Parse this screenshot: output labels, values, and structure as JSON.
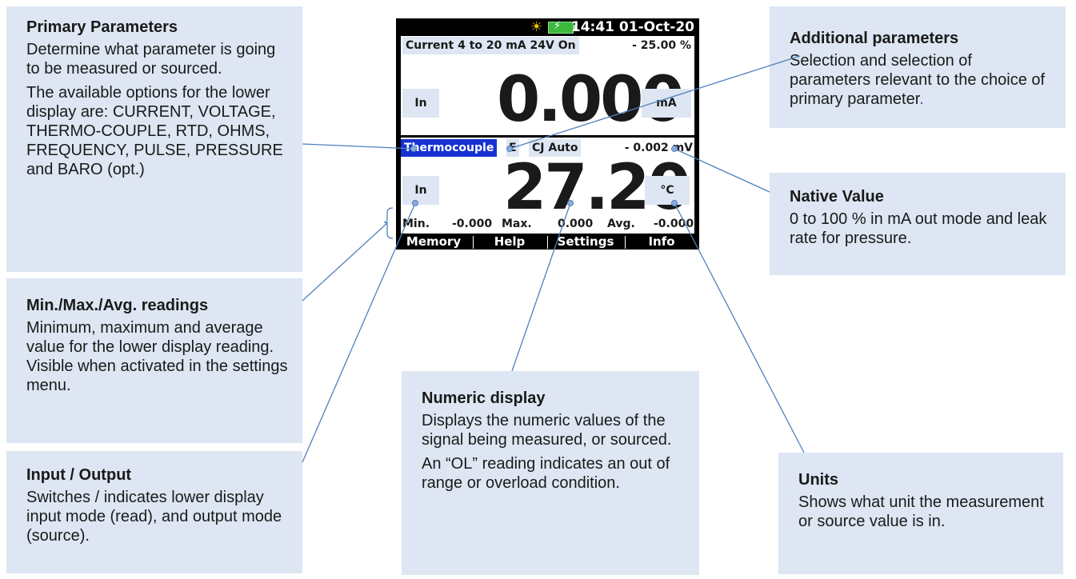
{
  "callouts": {
    "primary": {
      "title": "Primary Parameters",
      "body1": "Determine what parameter is going to be measured or sourced.",
      "body2": "The available options for the lower display are: CURRENT, VOLTAGE, THERMO-COUPLE, RTD, OHMS, FREQUENCY, PULSE, PRESSURE and BARO (opt.)"
    },
    "minmax": {
      "title": "Min./Max./Avg. readings",
      "body": "Minimum, maximum and average value for the lower display reading. Visible when activated in the settings menu."
    },
    "io": {
      "title": "Input / Output",
      "body": "Switches / indicates lower display input mode (read), and output mode (source)."
    },
    "numeric": {
      "title": "Numeric display",
      "body1": "Displays the numeric values of the signal being measured, or sourced.",
      "body2": "An “OL” reading indicates an out of range or overload condition."
    },
    "additional": {
      "title": "Additional parameters",
      "body": "Selection and selection of parameters relevant to the choice of primary parameter",
      "dot": "."
    },
    "native": {
      "title": "Native Value",
      "body": "0 to 100 % in mA out mode and leak rate for pressure."
    },
    "units": {
      "title": "Units",
      "body": "Shows what unit the measurement or source value is in."
    }
  },
  "device": {
    "status_time": "14:41 01-Oct-20",
    "upper": {
      "config": "Current 4 to 20 mA 24V On",
      "native_value": "- 25.00 %",
      "io": "In",
      "value": "0.000",
      "unit": "mA"
    },
    "lower": {
      "type": "Thermocouple",
      "tc_type": "E",
      "cj": "CJ Auto",
      "native_value": "- 0.002 mV",
      "io": "In",
      "value": "27.20",
      "unit": "°C",
      "min_label": "Min.",
      "min_value": "-0.000",
      "max_label": "Max.",
      "max_value": "0.000",
      "avg_label": "Avg.",
      "avg_value": "-0.000"
    },
    "softkeys": [
      "Memory",
      "Help",
      "Settings",
      "Info"
    ]
  },
  "colors": {
    "callout_bg": "#dde6f2",
    "leader_line": "#4f81bd",
    "highlight_blue": "#1632d2"
  }
}
